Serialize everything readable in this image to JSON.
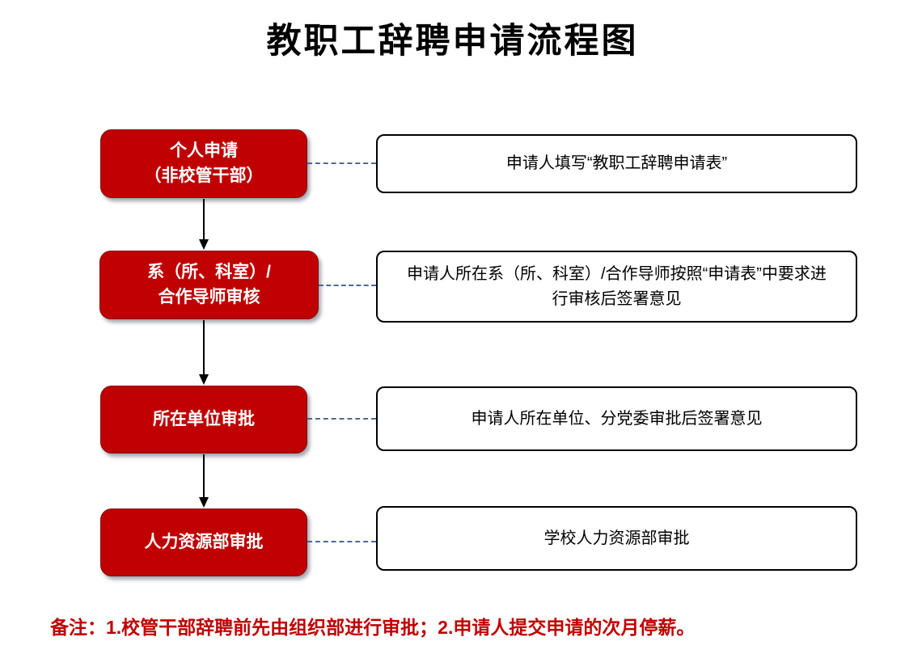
{
  "title": "教职工辞聘申请流程图",
  "steps": [
    {
      "label": "个人申请\n（非校管干部）",
      "description": "申请人填写“教职工辞聘申请表”"
    },
    {
      "label": "系（所、科室）/\n合作导师审核",
      "description": "申请人所在系（所、科室）/合作导师按照“申请表”中要求进行审核后签署意见"
    },
    {
      "label": "所在单位审批",
      "description": "申请人所在单位、分党委审批后签署意见"
    },
    {
      "label": "人力资源部审批",
      "description": "学校人力资源部审批"
    }
  ],
  "note": "备注：1.校管干部辞聘前先由组织部进行审批；2.申请人提交申请的次月停薪。",
  "colors": {
    "step_fill": "#C00000",
    "step_text": "#FFFFFF",
    "desc_fill": "#FFFFFF",
    "desc_border": "#000000",
    "connector": "#4A6A9B",
    "arrow": "#000000",
    "title_text": "#000000",
    "note_text": "#C00000"
  }
}
